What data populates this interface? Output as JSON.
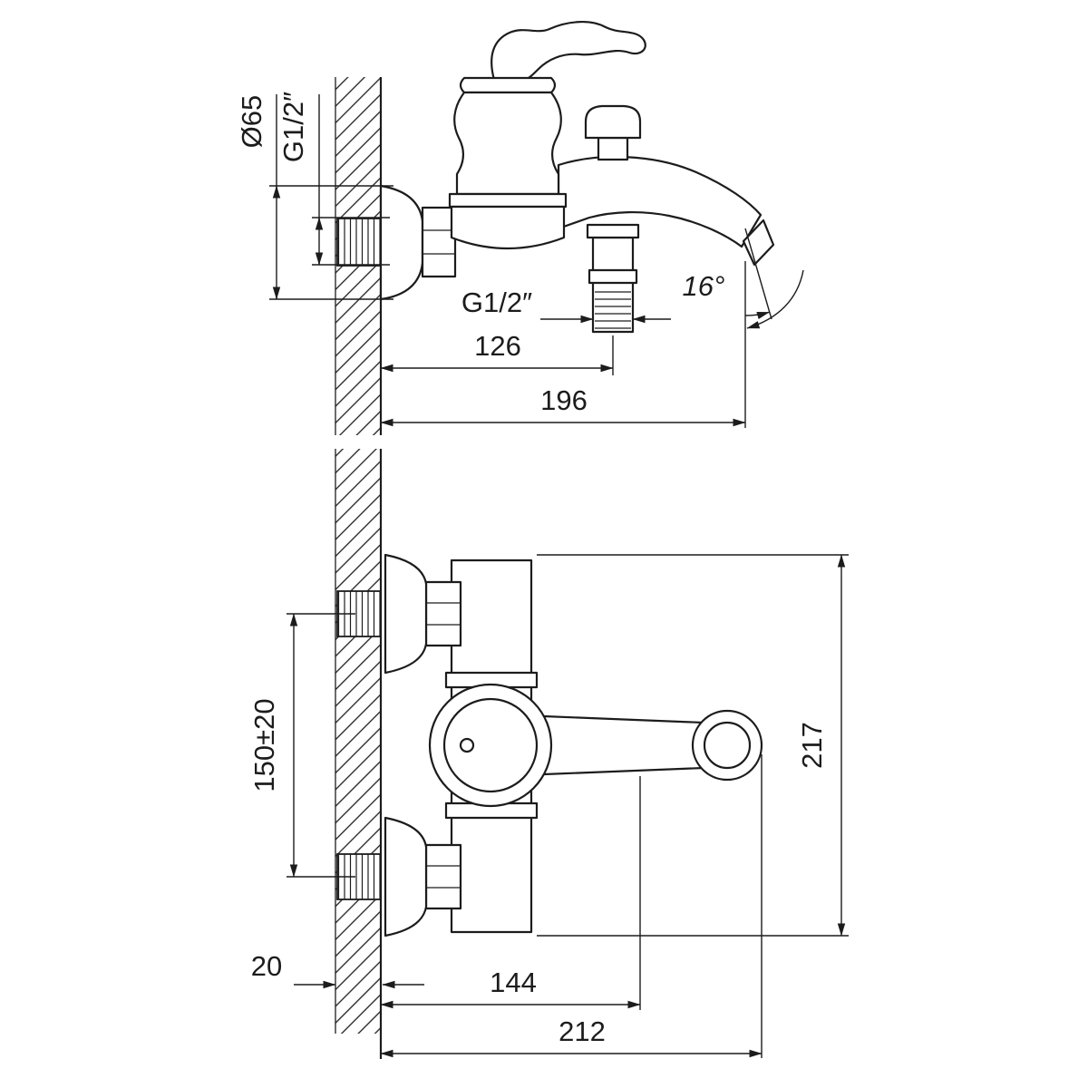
{
  "colors": {
    "background": "#ffffff",
    "line": "#1c1c1c"
  },
  "side_view": {
    "escutcheon_diameter": "Ø65",
    "inlet_thread": "G1/2″",
    "hose_thread": "G1/2″",
    "wall_to_hose": "126",
    "wall_to_spout": "196",
    "spout_angle": "16°"
  },
  "front_view": {
    "inlet_spacing": "150±20",
    "overall_height": "217",
    "wall_thickness": "20",
    "wall_to_body": "144",
    "wall_to_handle": "212"
  }
}
